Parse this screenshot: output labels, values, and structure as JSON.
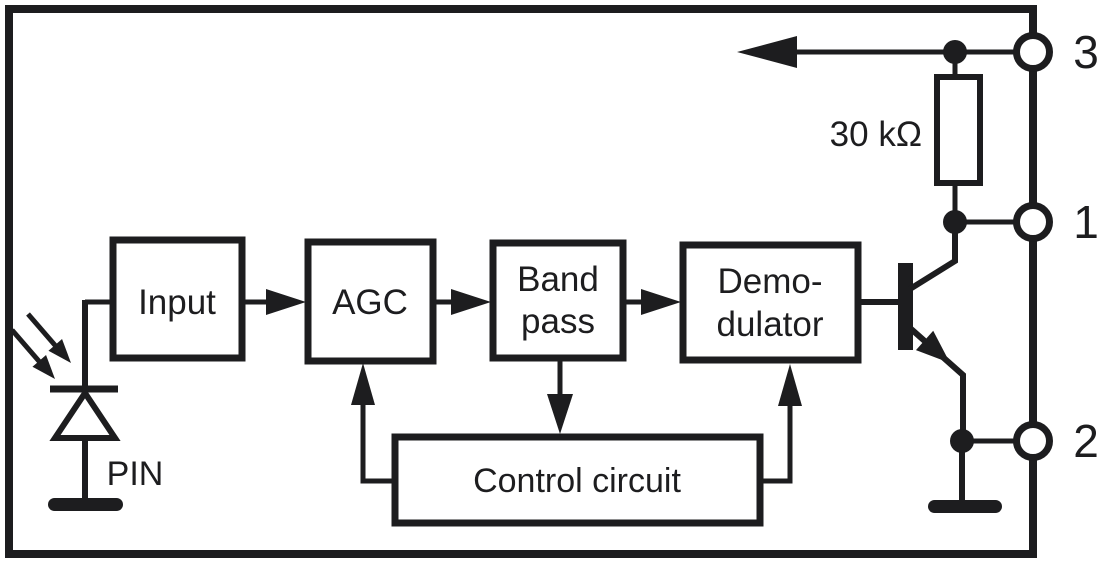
{
  "diagram": {
    "blocks": {
      "input": {
        "label": "Input"
      },
      "agc": {
        "label": "AGC"
      },
      "bandpass": {
        "line1": "Band",
        "line2": "pass"
      },
      "demodulator": {
        "line1": "Demo-",
        "line2": "dulator"
      },
      "control": {
        "label": "Control circuit"
      }
    },
    "labels": {
      "photodiode": "PIN",
      "resistor": "30 kΩ"
    },
    "pins": {
      "pin3": "3",
      "pin1": "1",
      "pin2": "2"
    },
    "colors": {
      "ink": "#1d1d1f",
      "background": "#ffffff"
    }
  }
}
